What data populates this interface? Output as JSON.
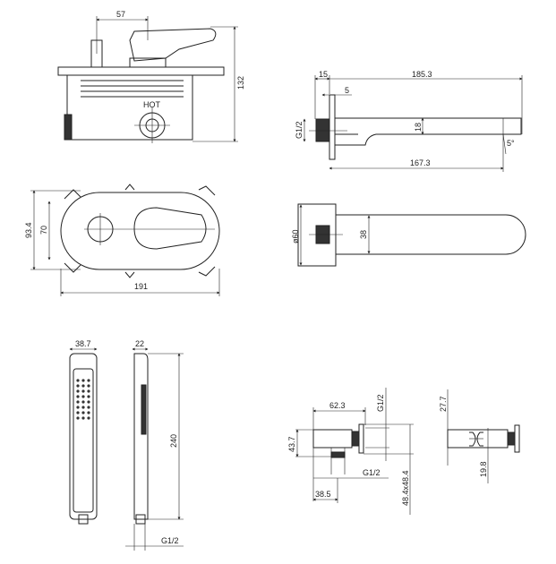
{
  "mixer": {
    "width_top": "57",
    "height": "132",
    "hot_label": "HOT",
    "plate_height": "93.4",
    "plate_inner": "70",
    "plate_width": "191"
  },
  "spout": {
    "flange": "15",
    "length": "185.3",
    "plate_thk": "5",
    "thread": "G1/2",
    "height": "18",
    "angle": "5°",
    "projection": "167.3",
    "plate_dia": "ø60",
    "width": "38"
  },
  "hand_shower": {
    "width": "38.7",
    "depth": "22",
    "length": "240",
    "thread": "G1/2"
  },
  "wall_outlet": {
    "length": "62.3",
    "thread_top": "G1/2",
    "height": "43.7",
    "thread_bottom": "G1/2",
    "offset": "38.5",
    "plate": "48.4x48.4"
  },
  "holder": {
    "top": "27.7",
    "bottom": "19.8"
  },
  "colors": {
    "line": "#222222",
    "background": "#ffffff"
  }
}
